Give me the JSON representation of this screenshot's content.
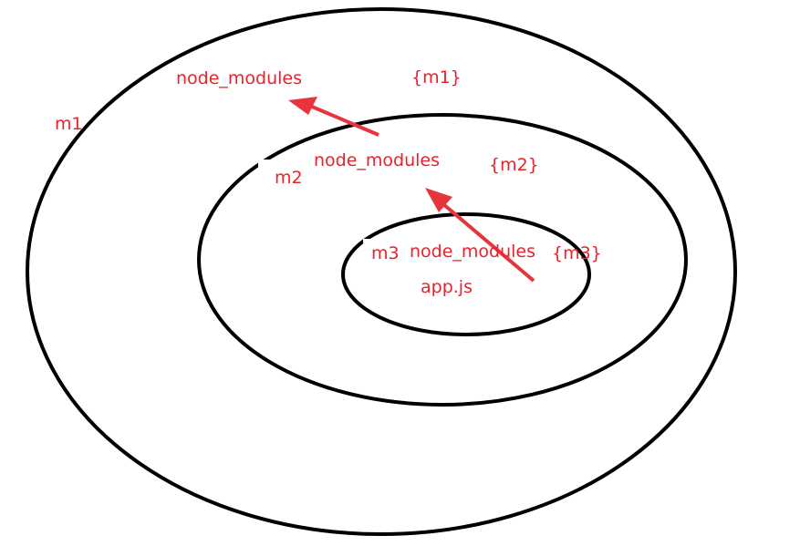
{
  "colors": {
    "ring": "#000000",
    "text": "#e8232b",
    "arrow": "#e8343c"
  },
  "outer": {
    "name": "m1",
    "folder": "node_modules",
    "contents": "{m1}"
  },
  "middle": {
    "name": "m2",
    "folder": "node_modules",
    "contents": "{m2}"
  },
  "inner": {
    "name": "m3",
    "folder": "node_modules",
    "contents": "{m3}",
    "file": "app.js"
  }
}
